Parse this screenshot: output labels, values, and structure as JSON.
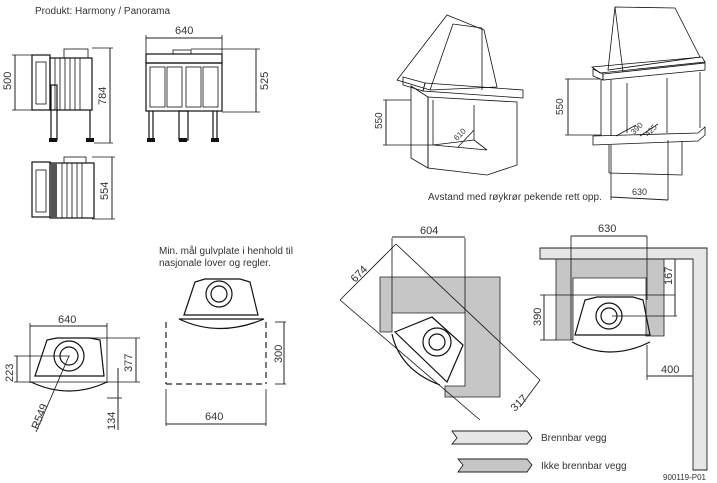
{
  "title": "Produkt: Harmony / Panorama",
  "side_view": {
    "height_label": "500",
    "total_height_label": "784"
  },
  "front_view": {
    "width_label": "640",
    "height_label": "525"
  },
  "side_view_2": {
    "height_label": "554"
  },
  "iso_left": {
    "height_label": "550",
    "depth_label": "610"
  },
  "iso_right": {
    "height_label": "550",
    "depth_a_label": "390",
    "depth_b_label": "425",
    "width_label": "630"
  },
  "iso_caption": "Avstand med røykrør pekende rett opp.",
  "top_view": {
    "width_label": "640",
    "center_label": "223",
    "depth_label": "377",
    "radius_label": "R549",
    "front_label": "134"
  },
  "floor_plate": {
    "note_line1": "Min. mål gulvplate i henhold til",
    "note_line2": "nasjonale lover og regler.",
    "depth_label": "300",
    "width_label": "640"
  },
  "corner_install": {
    "width_label": "604",
    "diagonal_label": "674",
    "offset_label": "317"
  },
  "wall_install": {
    "width_label": "630",
    "back_label": "167",
    "depth_label": "390",
    "side_label": "400"
  },
  "legend": {
    "items": [
      {
        "label": "Brennbar vegg",
        "color": "#e6e6e6"
      },
      {
        "label": "Ikke brennbar vegg",
        "color": "#c6c6c6"
      }
    ]
  },
  "drawing_id": "900119-P01"
}
